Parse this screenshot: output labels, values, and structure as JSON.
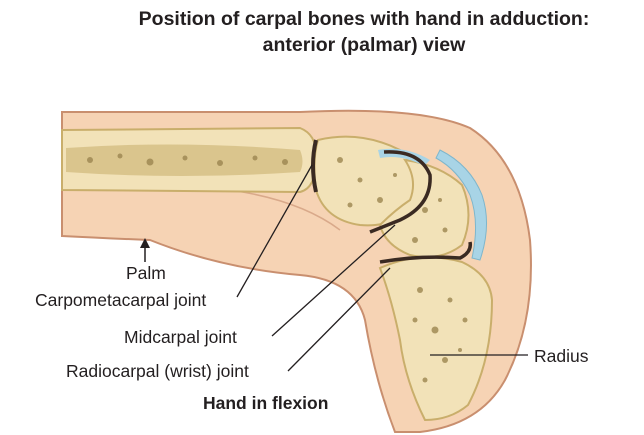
{
  "title": {
    "line1": "Position of carpal bones with hand in adduction:",
    "line2": "anterior (palmar) view"
  },
  "labels": {
    "palm": "Palm",
    "carpometacarpal": "Carpometacarpal joint",
    "midcarpal": "Midcarpal joint",
    "radiocarpal": "Radiocarpal (wrist) joint",
    "radius": "Radius"
  },
  "caption": "Hand in flexion",
  "colors": {
    "skin": "#f6d3b4",
    "skin_outline": "#c98f6f",
    "bone": "#f2e2b8",
    "bone_cortex": "#e8d39a",
    "bone_spots": "#9c8650",
    "cartilage": "#a8d4e6",
    "joint_line": "#3a2a22",
    "text": "#231f20"
  }
}
